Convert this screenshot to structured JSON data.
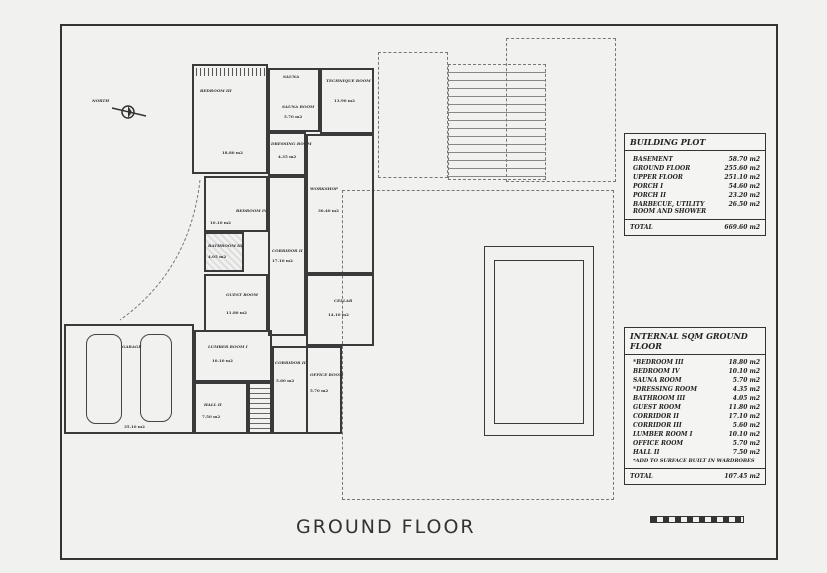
{
  "plan_title": "GROUND FLOOR",
  "north_label": "NORTH",
  "rooms": {
    "bedroom_iii": {
      "label": "BEDROOM III",
      "area": "18.80 m2"
    },
    "sauna": {
      "label": "SAUNA"
    },
    "sauna_room": {
      "label": "SAUNA ROOM",
      "area": "5.70 m2"
    },
    "technique_room": {
      "label": "TECHNIQUE ROOM",
      "area": "13.90 m2"
    },
    "dressing_room": {
      "label": "DRESSING ROOM",
      "area": "4.35 m2"
    },
    "workshop": {
      "label": "WORKSHOP",
      "area": "30.40 m2"
    },
    "bedroom_iv": {
      "label": "BEDROOM IV",
      "area": "10.10 m2"
    },
    "bathroom_iii": {
      "label": "BATHROOM III",
      "area": "4.05 m2"
    },
    "corridor_ii": {
      "label": "CORRIDOR II",
      "area": "17.10 m2"
    },
    "guest_room": {
      "label": "GUEST ROOM",
      "area": "11.80 m2"
    },
    "cellar": {
      "label": "CELLAR",
      "area": "14.10 m2"
    },
    "garage": {
      "label": "GARAGE",
      "area": "35.10 m2"
    },
    "lumber_room_i": {
      "label": "LUMBER ROOM I",
      "area": "10.10 m2"
    },
    "corridor_iii": {
      "label": "CORRIDOR III",
      "area": "5.60 m2"
    },
    "office_room": {
      "label": "OFFICE ROOM",
      "area": "5.70 m2"
    },
    "hall_ii": {
      "label": "HALL II",
      "area": "7.50 m2"
    }
  },
  "building_plot": {
    "title": "BUILDING PLOT",
    "rows": [
      {
        "name": "BASEMENT",
        "value": "58.70 m2"
      },
      {
        "name": "GROUND FLOOR",
        "value": "255.60 m2"
      },
      {
        "name": "UPPER FLOOR",
        "value": "251.10 m2"
      },
      {
        "name": "PORCH I",
        "value": "54.60 m2"
      },
      {
        "name": "PORCH II",
        "value": "23.20 m2"
      },
      {
        "name": "BARBECUE, UTILITY ROOM AND SHOWER",
        "value": "26.50 m2"
      }
    ],
    "total_label": "TOTAL",
    "total_value": "669.60 m2"
  },
  "internal": {
    "title": "INTERNAL SQM GROUND FLOOR",
    "rows": [
      {
        "name": "*BEDROOM III",
        "value": "18.80 m2"
      },
      {
        "name": "BEDROOM IV",
        "value": "10.10 m2"
      },
      {
        "name": "SAUNA ROOM",
        "value": "5.70 m2"
      },
      {
        "name": "*DRESSING ROOM",
        "value": "4.35 m2"
      },
      {
        "name": "BATHROOM III",
        "value": "4.05 m2"
      },
      {
        "name": "GUEST ROOM",
        "value": "11.80 m2"
      },
      {
        "name": "CORRIDOR II",
        "value": "17.10 m2"
      },
      {
        "name": "CORRIDOR III",
        "value": "5.60 m2"
      },
      {
        "name": "LUMBER ROOM I",
        "value": "10.10 m2"
      },
      {
        "name": "OFFICE ROOM",
        "value": "5.70 m2"
      },
      {
        "name": "HALL II",
        "value": "7.50 m2"
      }
    ],
    "note": "*ADD TO SURFACE BUILT IN WARDROBES",
    "total_label": "TOTAL",
    "total_value": "107.45 m2"
  }
}
